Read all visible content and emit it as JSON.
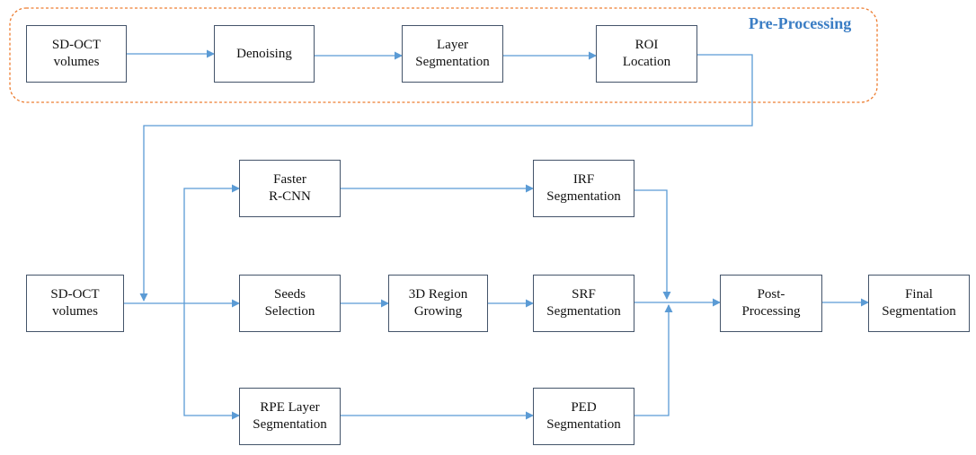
{
  "colors": {
    "arrow": "#5b9bd5",
    "group_border": "#ed7d31",
    "group_label": "#3a7dc4",
    "box_border": "#44546a"
  },
  "preprocessing": {
    "label": "Pre-Processing",
    "sdoct": {
      "line1": "SD-OCT",
      "line2": "volumes"
    },
    "denoising": {
      "line1": "Denoising"
    },
    "layer_seg": {
      "line1": "Layer",
      "line2": "Segmentation"
    },
    "roi": {
      "line1": "ROI",
      "line2": "Location"
    }
  },
  "pipeline": {
    "sdoct": {
      "line1": "SD-OCT",
      "line2": "volumes"
    },
    "faster_rcnn": {
      "line1": "Faster",
      "line2": "R-CNN"
    },
    "seeds": {
      "line1": "Seeds",
      "line2": "Selection"
    },
    "rpe": {
      "line1": "RPE Layer",
      "line2": "Segmentation"
    },
    "region_growing": {
      "line1": "3D Region",
      "line2": "Growing"
    },
    "irf": {
      "line1": "IRF",
      "line2": "Segmentation"
    },
    "srf": {
      "line1": "SRF",
      "line2": "Segmentation"
    },
    "ped": {
      "line1": "PED",
      "line2": "Segmentation"
    },
    "post": {
      "line1": "Post-",
      "line2": "Processing"
    },
    "final": {
      "line1": "Final",
      "line2": "Segmentation"
    }
  }
}
